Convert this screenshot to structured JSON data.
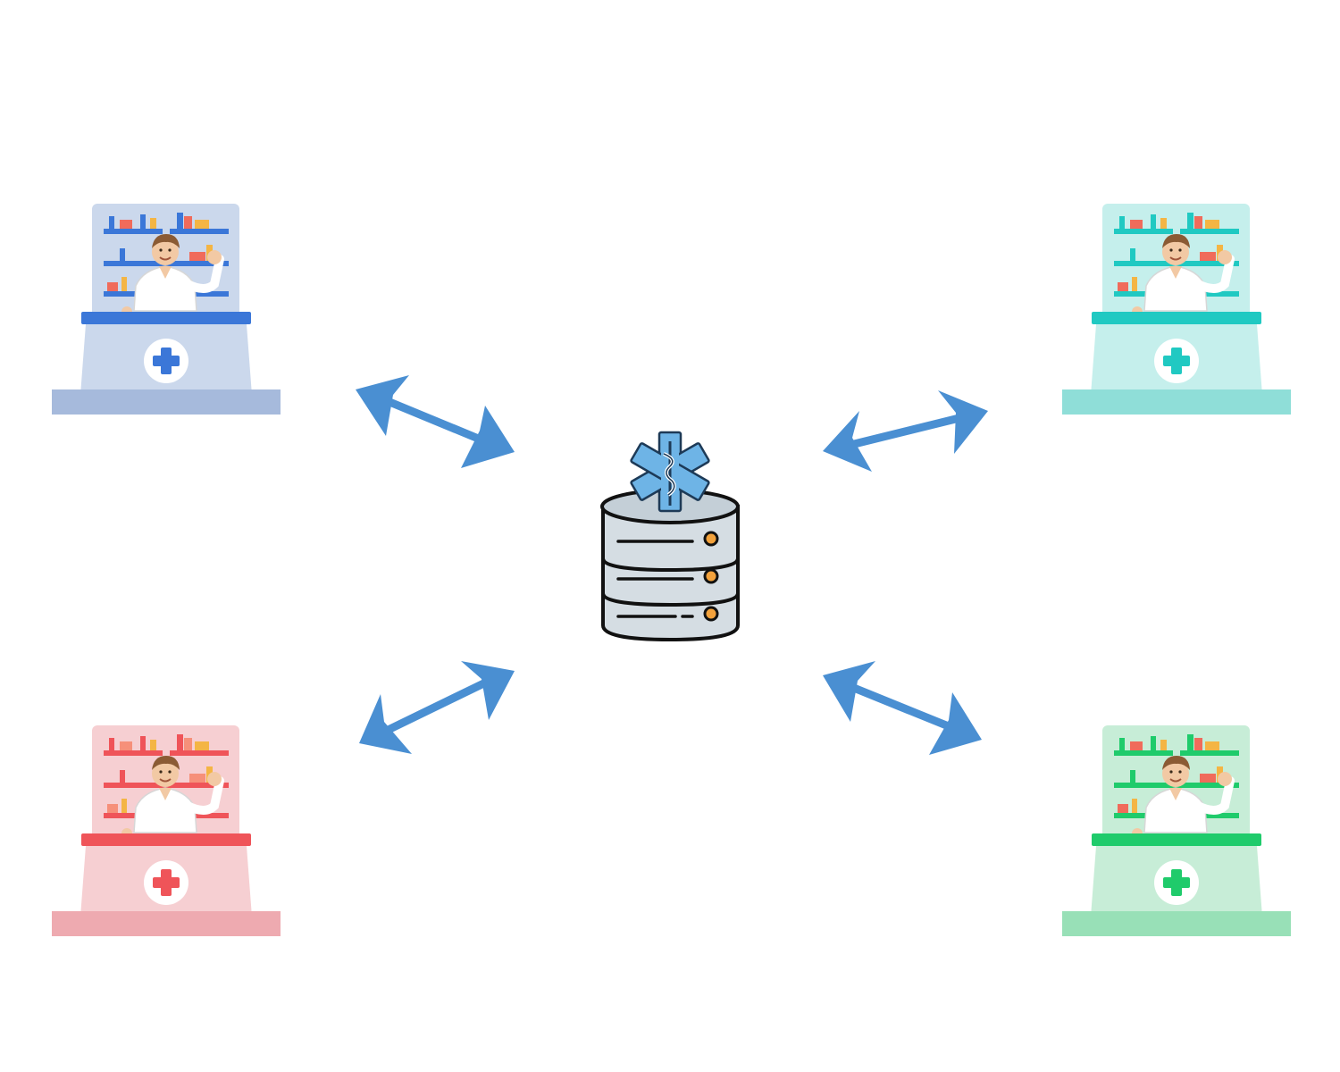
{
  "diagram": {
    "hub": {
      "icon": "medical-database-icon",
      "colors": {
        "body": "#d5dde3",
        "outline": "#111111",
        "led": "#f3a23c",
        "star": "#6eb4e6"
      }
    },
    "pharmacies": [
      {
        "id": "top-left",
        "icon": "pharmacy-counter-icon",
        "colors": {
          "bg": "#cbd8ec",
          "accent": "#3b77d8",
          "base": "#a6badc"
        }
      },
      {
        "id": "top-right",
        "icon": "pharmacy-counter-icon",
        "colors": {
          "bg": "#c5efec",
          "accent": "#20c9c2",
          "base": "#8fded8"
        }
      },
      {
        "id": "bottom-left",
        "icon": "pharmacy-counter-icon",
        "colors": {
          "bg": "#f6cfd2",
          "accent": "#ef5459",
          "base": "#eeaab0"
        }
      },
      {
        "id": "bottom-right",
        "icon": "pharmacy-counter-icon",
        "colors": {
          "bg": "#c7edd7",
          "accent": "#1fcb6b",
          "base": "#98e0b7"
        }
      }
    ],
    "connections": {
      "icon": "bidirectional-arrow-icon",
      "color": "#4a8fd2",
      "links": [
        "top-left",
        "top-right",
        "bottom-left",
        "bottom-right"
      ]
    }
  }
}
